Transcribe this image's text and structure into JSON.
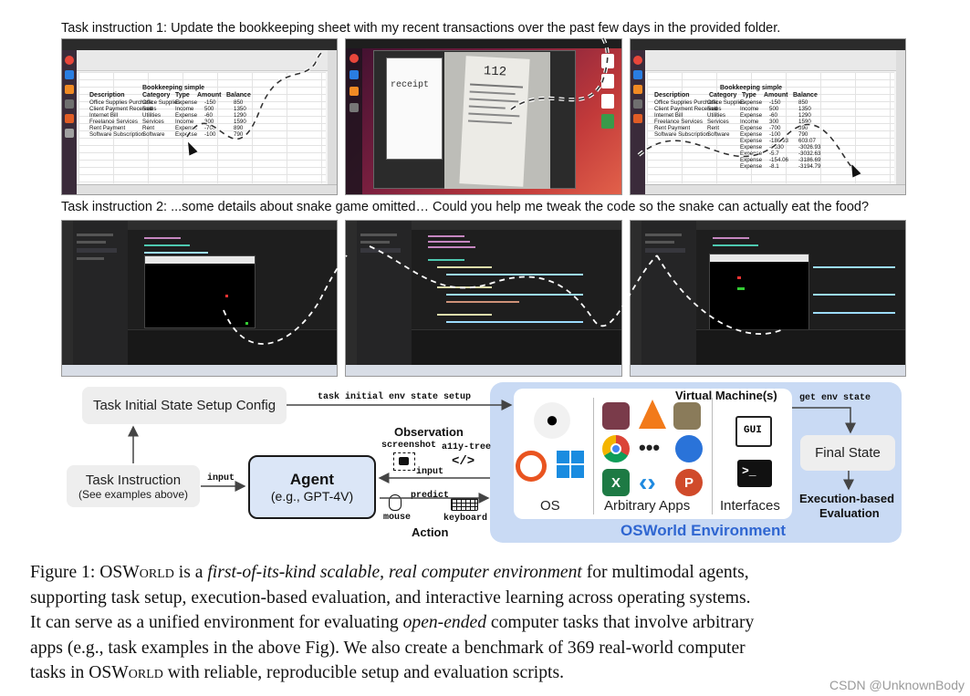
{
  "task1_title": "Task instruction 1: Update the bookkeeping sheet with my recent transactions over the past few days in the provided folder.",
  "task2_title": "Task instruction 2: ...some details about snake game omitted… Could you help me tweak the code so the snake can actually eat the food?",
  "spreadsheet": {
    "title": "Bookkeeping simple",
    "headers": [
      "Description",
      "Category",
      "Type",
      "Amount",
      "Balance"
    ],
    "rows": [
      [
        "Office Supplies Purchase",
        "Office Supplies",
        "Expense",
        "-150",
        "850"
      ],
      [
        "Client Payment Received",
        "Sales",
        "Income",
        "500",
        "1350"
      ],
      [
        "Internet Bill",
        "Utilities",
        "Expense",
        "-60",
        "1290"
      ],
      [
        "Freelance Services",
        "Services",
        "Income",
        "300",
        "1590"
      ],
      [
        "Rent Payment",
        "Rent",
        "Expense",
        "-700",
        "890"
      ],
      [
        "Software Subscription",
        "Software",
        "Expense",
        "-100",
        "790"
      ]
    ],
    "added_rows": [
      [
        "Expense",
        "-186.93",
        "603.07"
      ],
      [
        "Expense",
        "-3630",
        "-3026.93"
      ],
      [
        "Expense",
        "-5.7",
        "-3032.63"
      ],
      [
        "Expense",
        "-154.06",
        "-3186.69"
      ],
      [
        "Expense",
        "-8.1",
        "-3194.79"
      ]
    ]
  },
  "receipt": {
    "number": "112",
    "title": "receipt"
  },
  "diagram": {
    "setup_config": "Task Initial State Setup Config",
    "setup_arrow": "task initial env state setup",
    "task_instruction": "Task Instruction",
    "task_instruction_sub": "(See examples above)",
    "input_label": "input",
    "agent": "Agent",
    "agent_sub": "(e.g., GPT-4V)",
    "observation": "Observation",
    "screenshot": "screenshot",
    "a11y": "a11y-tree",
    "obs_input": "input",
    "predict": "predict",
    "mouse": "mouse",
    "keyboard": "keyboard",
    "action": "Action",
    "vm": "Virtual Machine(s)",
    "os": "OS",
    "apps": "Arbitrary Apps",
    "interfaces": "Interfaces",
    "env_title": "OSWorld Environment",
    "get_env": "get env state",
    "final_state": "Final State",
    "eval1": "Execution-based",
    "eval2": "Evaluation",
    "gui_icon": "GUI",
    "cli_icon": ">_"
  },
  "caption": {
    "p1a": "Figure 1: OS",
    "p1b": "World",
    "p1c": " is a ",
    "p1d": "first-of-its-kind scalable, real computer environment",
    "p1e": " for multimodal agents,",
    "line2": "supporting task setup, execution-based evaluation, and interactive learning across operating systems.",
    "line3a": "It can serve as a unified environment for evaluating ",
    "line3b": "open-ended",
    "line3c": " computer tasks that involve arbitrary",
    "line4": "apps (e.g., task examples in the above Fig). We also create a benchmark of 369 real-world computer",
    "line5a": "tasks in OS",
    "line5b": "World",
    "line5c": " with reliable, reproducible setup and evaluation scripts."
  },
  "watermark": "CSDN @UnknownBody",
  "colors": {
    "env_bg": "#c9daf4",
    "env_title": "#2f66d1",
    "box_bg": "#eeeeee",
    "agent_bg": "#dbe6f7"
  }
}
